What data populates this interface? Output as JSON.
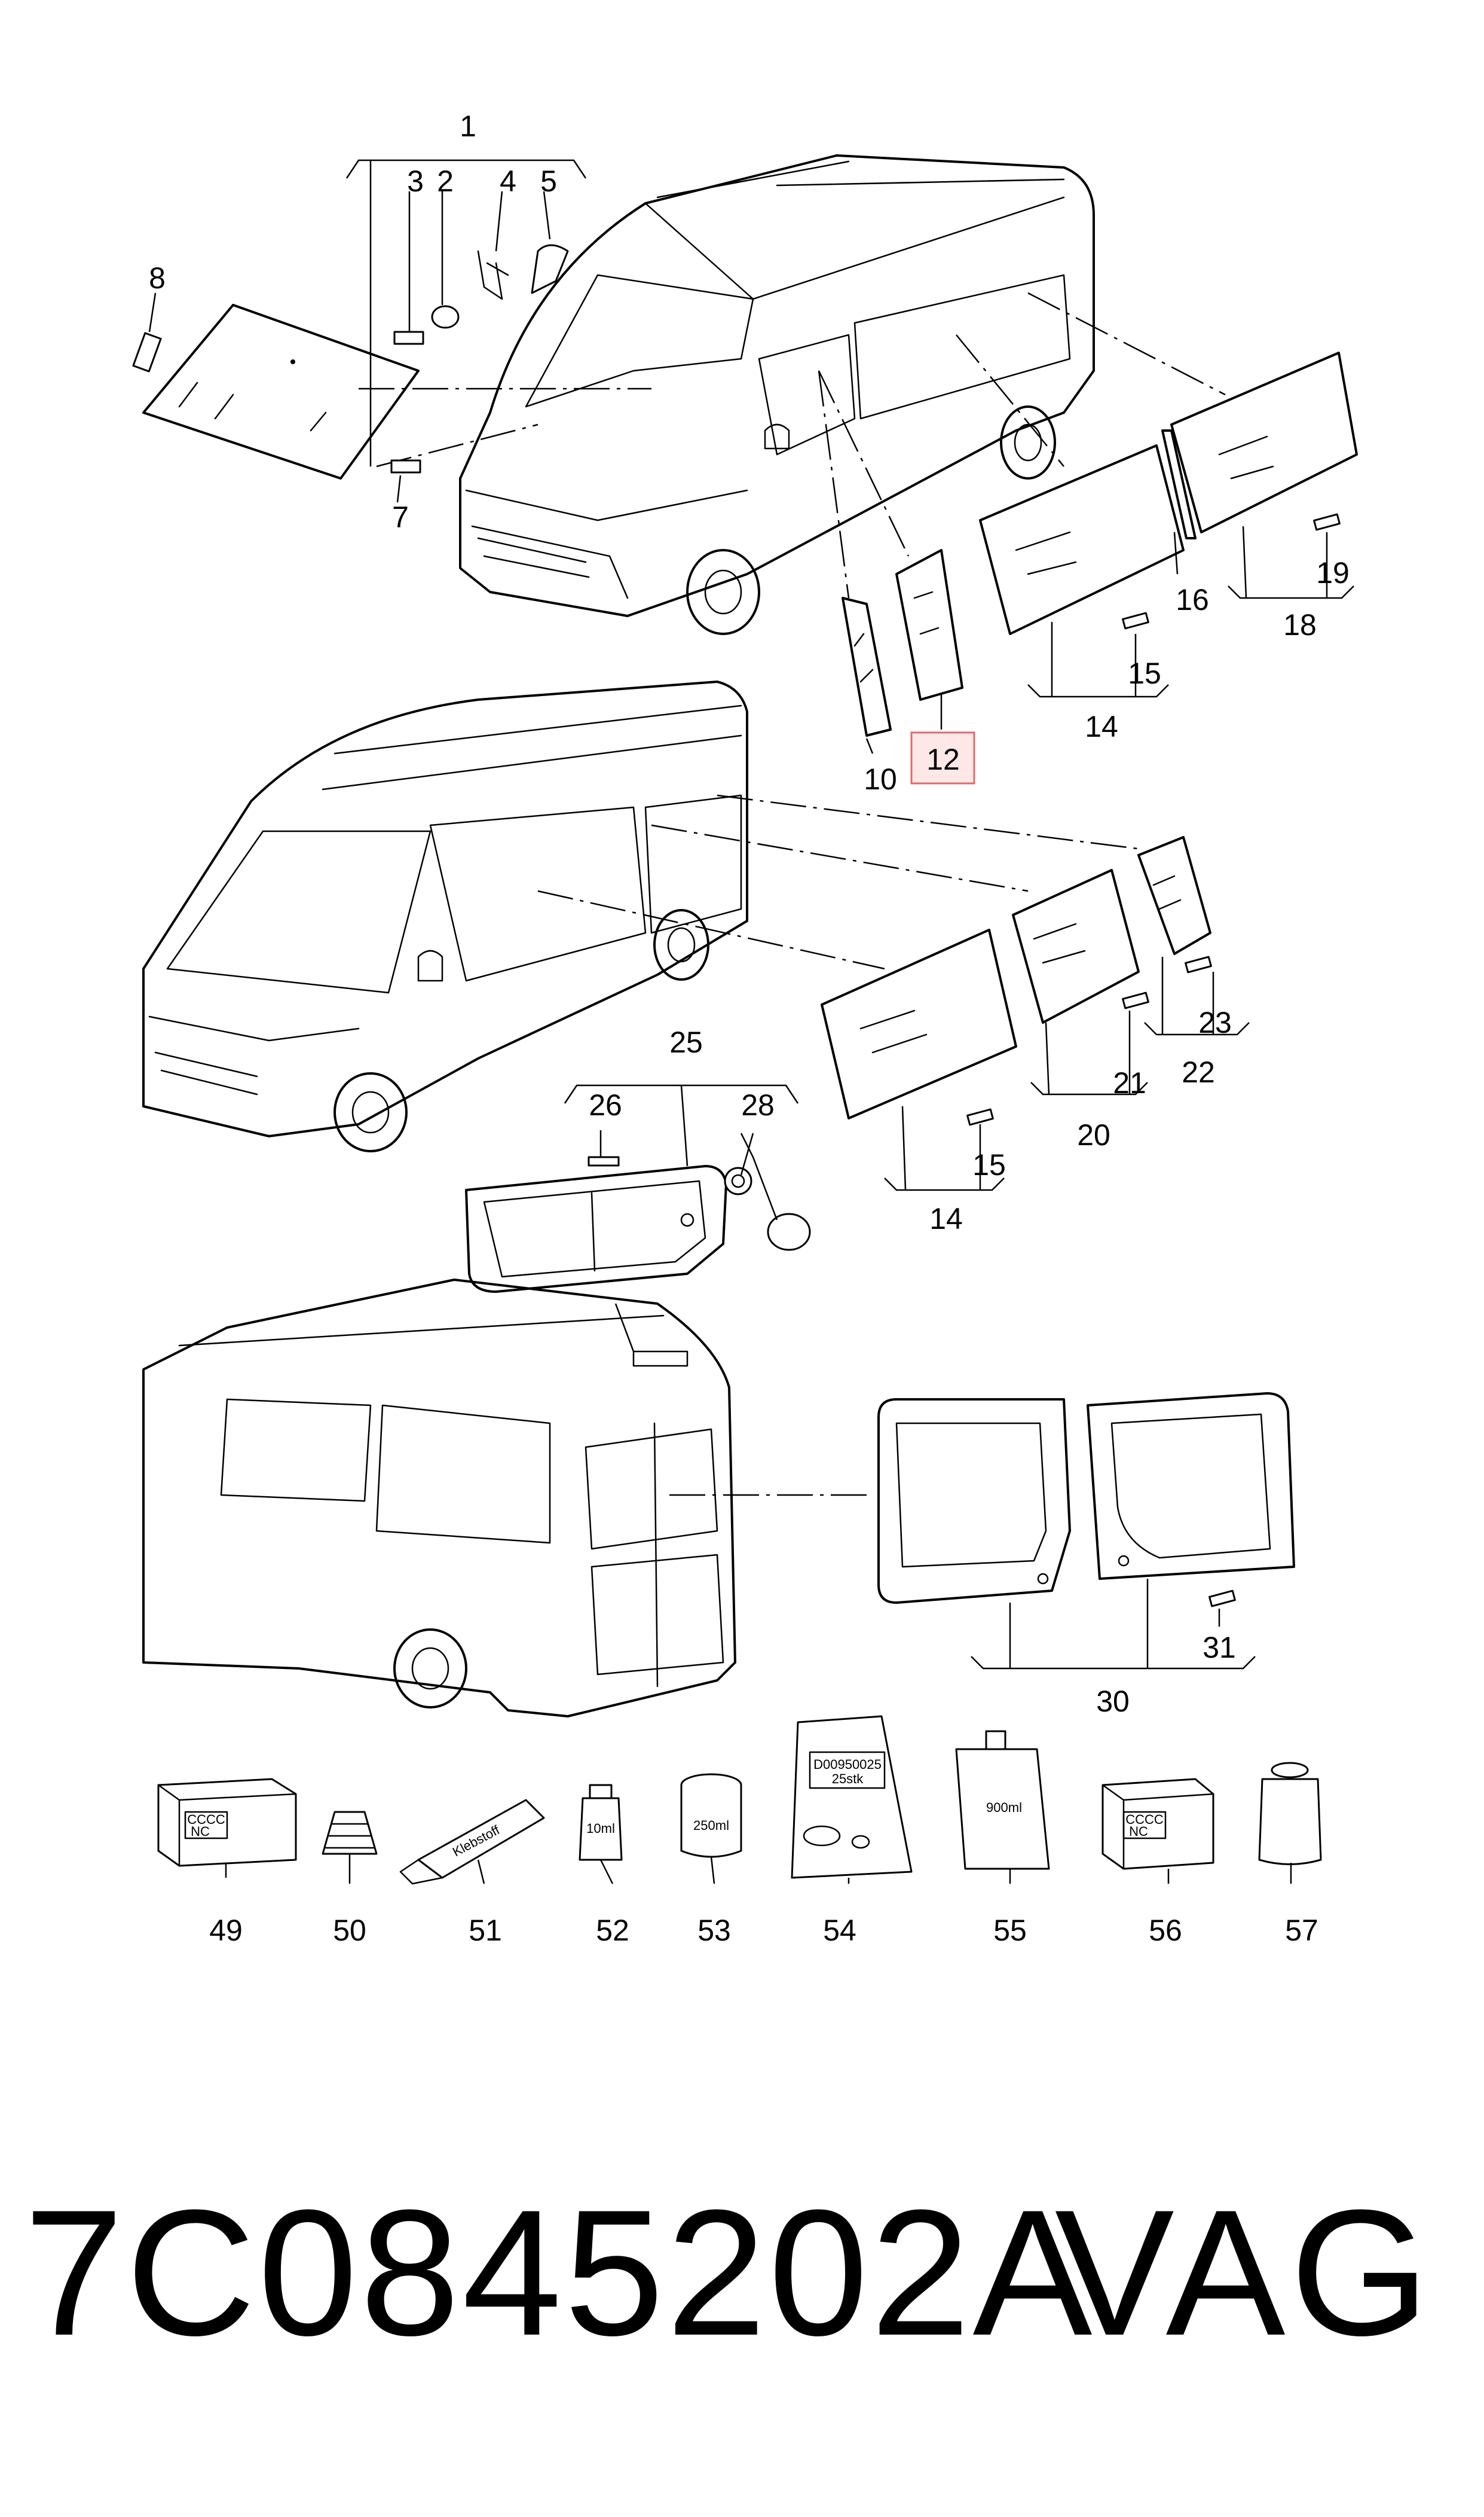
{
  "callouts": {
    "c1": "1",
    "c2": "2",
    "c3": "3",
    "c4": "4",
    "c5": "5",
    "c7": "7",
    "c8": "8",
    "c10": "10",
    "c12": "12",
    "c14a": "14",
    "c15a": "15",
    "c16": "16",
    "c18": "18",
    "c19": "19",
    "c14b": "14",
    "c15b": "15",
    "c20": "20",
    "c21": "21",
    "c22": "22",
    "c23": "23",
    "c25": "25",
    "c26": "26",
    "c28": "28",
    "c30": "30",
    "c31": "31",
    "c49": "49",
    "c50": "50",
    "c51": "51",
    "c52": "52",
    "c53": "53",
    "c54": "54",
    "c55": "55",
    "c56": "56",
    "c57": "57"
  },
  "highlighted_callout": "12",
  "package_labels": {
    "cert_text": "CCCC",
    "nc_text": "NC",
    "tube_text": "Klebstoff",
    "small_bottle": "10ml",
    "can": "250ml",
    "bag_code": "D00950025",
    "bag_qty": "25stk",
    "bottle_large": "900ml"
  },
  "footer": {
    "part_number": "7C0845202A",
    "brand": "VAG"
  },
  "colors": {
    "highlight_fill": "#fde7e7",
    "highlight_border": "#e06a6a"
  }
}
